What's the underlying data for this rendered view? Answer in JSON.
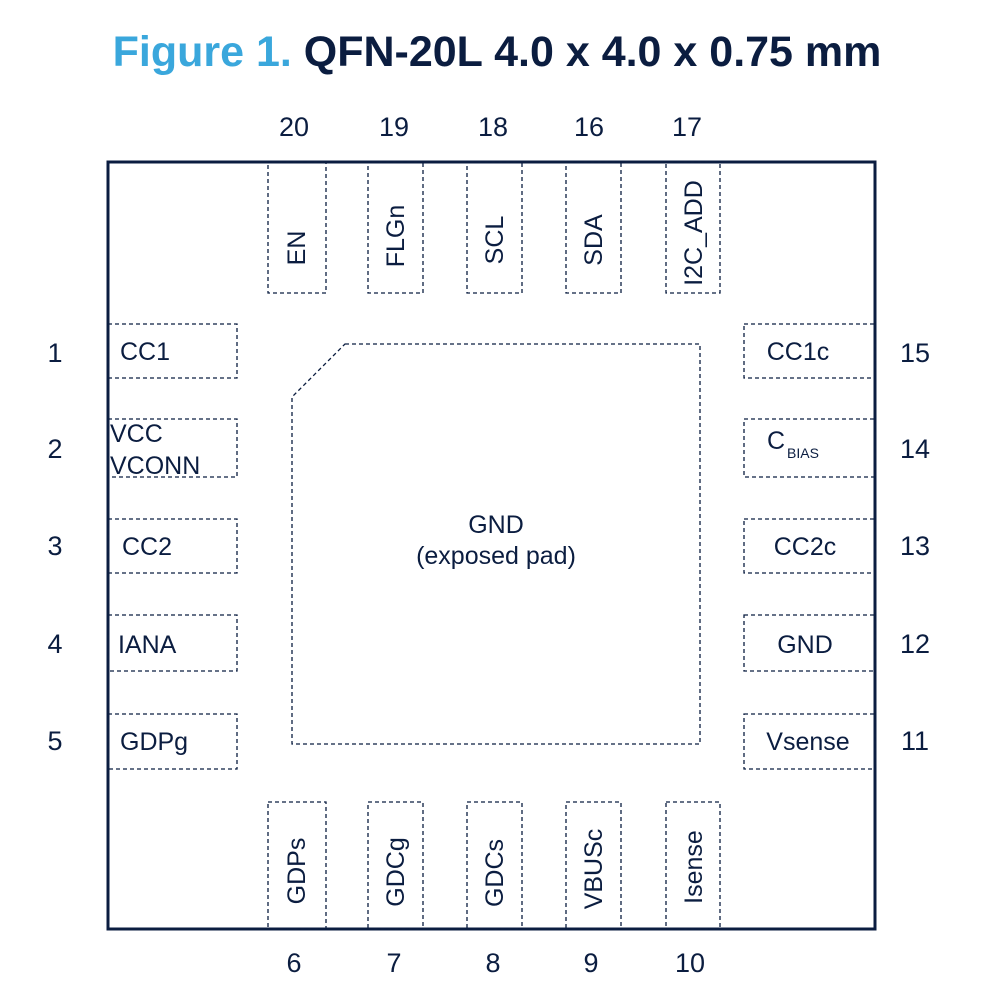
{
  "title": {
    "figure": "Figure 1.",
    "name": "QFN-20L 4.0 x 4.0 x 0.75 mm"
  },
  "exposed_pad": {
    "line1": "GND",
    "line2": "(exposed pad)"
  },
  "pins_left": [
    {
      "number": "1",
      "label": "CC1"
    },
    {
      "number": "2",
      "label": "VCC",
      "label2": "VCONN"
    },
    {
      "number": "3",
      "label": "CC2"
    },
    {
      "number": "4",
      "label": "IANA"
    },
    {
      "number": "5",
      "label": "GDPg"
    }
  ],
  "pins_bottom": [
    {
      "number": "6",
      "label": "GDPs"
    },
    {
      "number": "7",
      "label": "GDCg"
    },
    {
      "number": "8",
      "label": "GDCs"
    },
    {
      "number": "9",
      "label": "VBUSc"
    },
    {
      "number": "10",
      "label": "Isense"
    }
  ],
  "pins_right": [
    {
      "number": "15",
      "label": "CC1c"
    },
    {
      "number": "14",
      "label": "C",
      "sub": "BIAS"
    },
    {
      "number": "13",
      "label": "CC2c"
    },
    {
      "number": "12",
      "label": "GND"
    },
    {
      "number": "11",
      "label": "Vsense"
    }
  ],
  "pins_top": [
    {
      "number": "20",
      "label": "EN"
    },
    {
      "number": "19",
      "label": "FLGn"
    },
    {
      "number": "18",
      "label": "SCL"
    },
    {
      "number": "16",
      "label": "SDA"
    },
    {
      "number": "17",
      "label": "I2C_ADD"
    }
  ]
}
